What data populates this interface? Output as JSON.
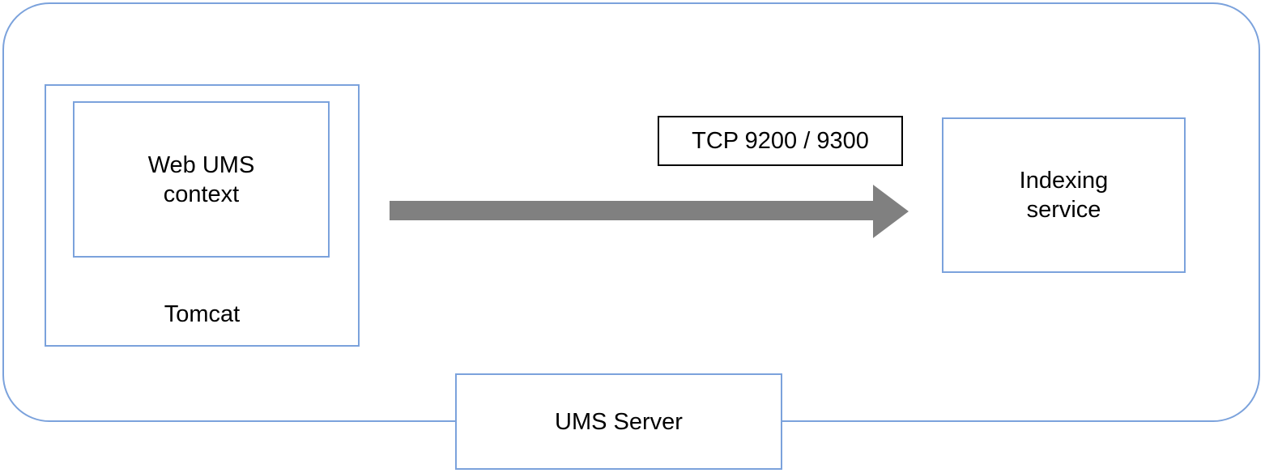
{
  "diagram": {
    "title": "UMS Server architecture diagram",
    "boundary": {
      "name": "UMS Server boundary",
      "border_color": "#7BA2DC"
    },
    "nodes": {
      "tomcat": {
        "label": "Tomcat",
        "border_color": "#7BA2DC"
      },
      "web_ums_context": {
        "label": "Web UMS\ncontext",
        "border_color": "#7BA2DC"
      },
      "indexing_service": {
        "label": "Indexing\nservice",
        "border_color": "#7BA2DC"
      },
      "ums_server": {
        "label": "UMS Server",
        "border_color": "#7BA2DC"
      }
    },
    "connection": {
      "label": "TCP 9200 / 9300",
      "label_border_color": "#000000",
      "arrow_color": "#808080",
      "arrow_direction": "left-to-right",
      "from": "Tomcat",
      "to": "Indexing service"
    }
  }
}
